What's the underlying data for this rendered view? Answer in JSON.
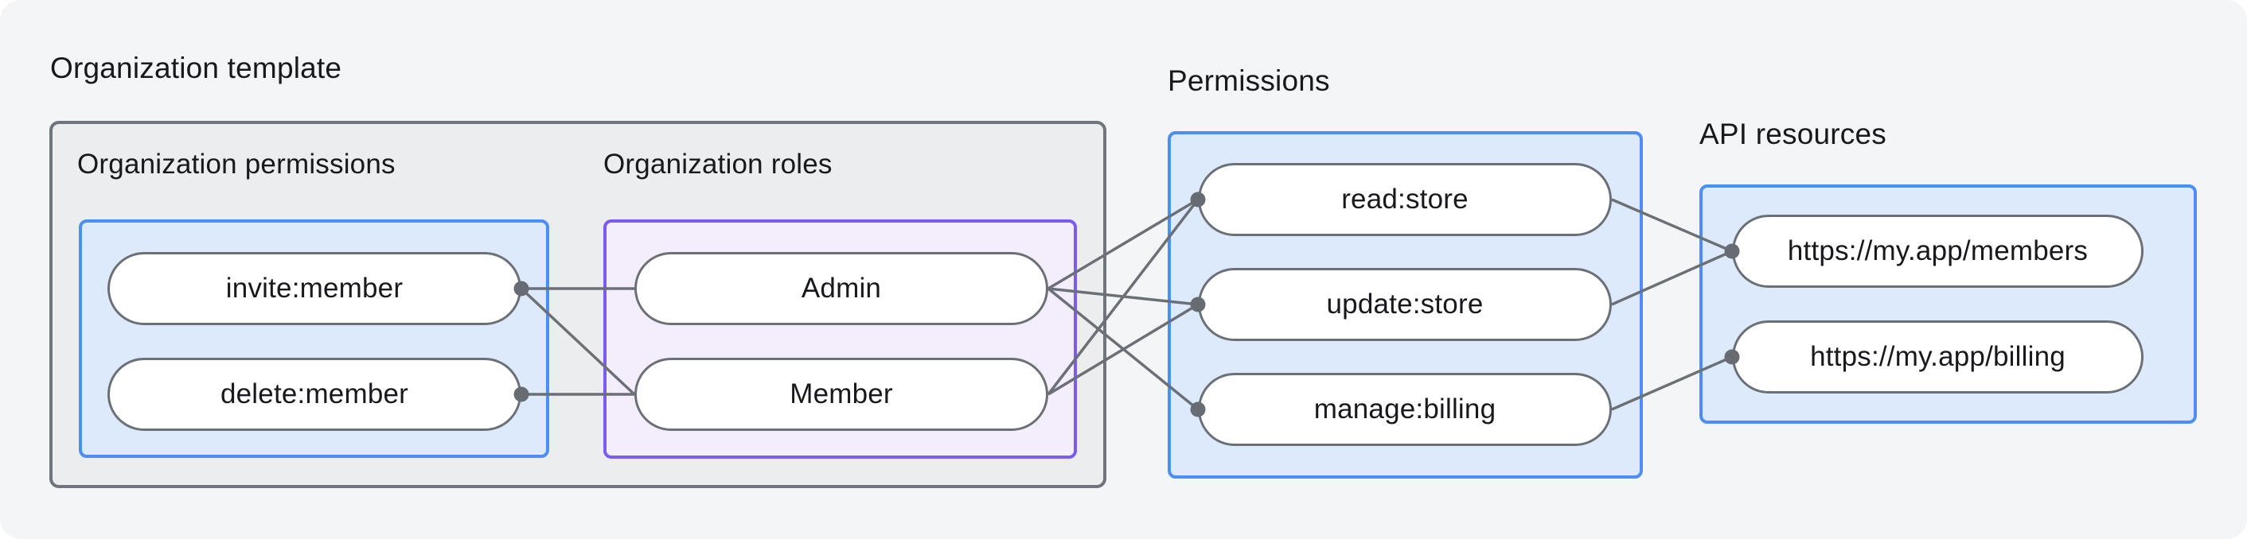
{
  "page": {
    "background": "#f4f5f6"
  },
  "colors": {
    "page_bg": "#f4f5f6",
    "container_fill": "#ecedee",
    "container_border": "#6f757c",
    "blue_fill": "#ddeafb",
    "blue_border": "#4b8ef7",
    "purple_fill": "#f3edfc",
    "purple_border": "#7b5bf3",
    "pill_fill": "#ffffff",
    "pill_border": "#6b7076",
    "line": "#6b7076",
    "dot": "#676c72",
    "text": "#17191d"
  },
  "org_template": {
    "title": "Organization template",
    "org_permissions": {
      "title": "Organization permissions",
      "items": [
        "invite:member",
        "delete:member"
      ]
    },
    "org_roles": {
      "title": "Organization roles",
      "items": [
        "Admin",
        "Member"
      ]
    }
  },
  "permissions": {
    "title": "Permissions",
    "items": [
      "read:store",
      "update:store",
      "manage:billing"
    ]
  },
  "api_resources": {
    "title": "API resources",
    "items": [
      "https://my.app/members",
      "https://my.app/billing"
    ]
  },
  "connections": [
    {
      "from": "invite:member",
      "to": "Admin"
    },
    {
      "from": "invite:member",
      "to": "Member"
    },
    {
      "from": "delete:member",
      "to": "Member"
    },
    {
      "from": "Admin",
      "to": "read:store"
    },
    {
      "from": "Admin",
      "to": "update:store"
    },
    {
      "from": "Admin",
      "to": "manage:billing"
    },
    {
      "from": "Member",
      "to": "read:store"
    },
    {
      "from": "Member",
      "to": "update:store"
    },
    {
      "from": "read:store",
      "to": "https://my.app/members"
    },
    {
      "from": "update:store",
      "to": "https://my.app/members"
    },
    {
      "from": "manage:billing",
      "to": "https://my.app/billing"
    }
  ],
  "connection_dots": [
    {
      "node": "invite:member",
      "side": "right"
    },
    {
      "node": "delete:member",
      "side": "right"
    },
    {
      "node": "read:store",
      "side": "left"
    },
    {
      "node": "update:store",
      "side": "left"
    },
    {
      "node": "manage:billing",
      "side": "left"
    },
    {
      "node": "https://my.app/members",
      "side": "left"
    },
    {
      "node": "https://my.app/billing",
      "side": "left"
    }
  ]
}
